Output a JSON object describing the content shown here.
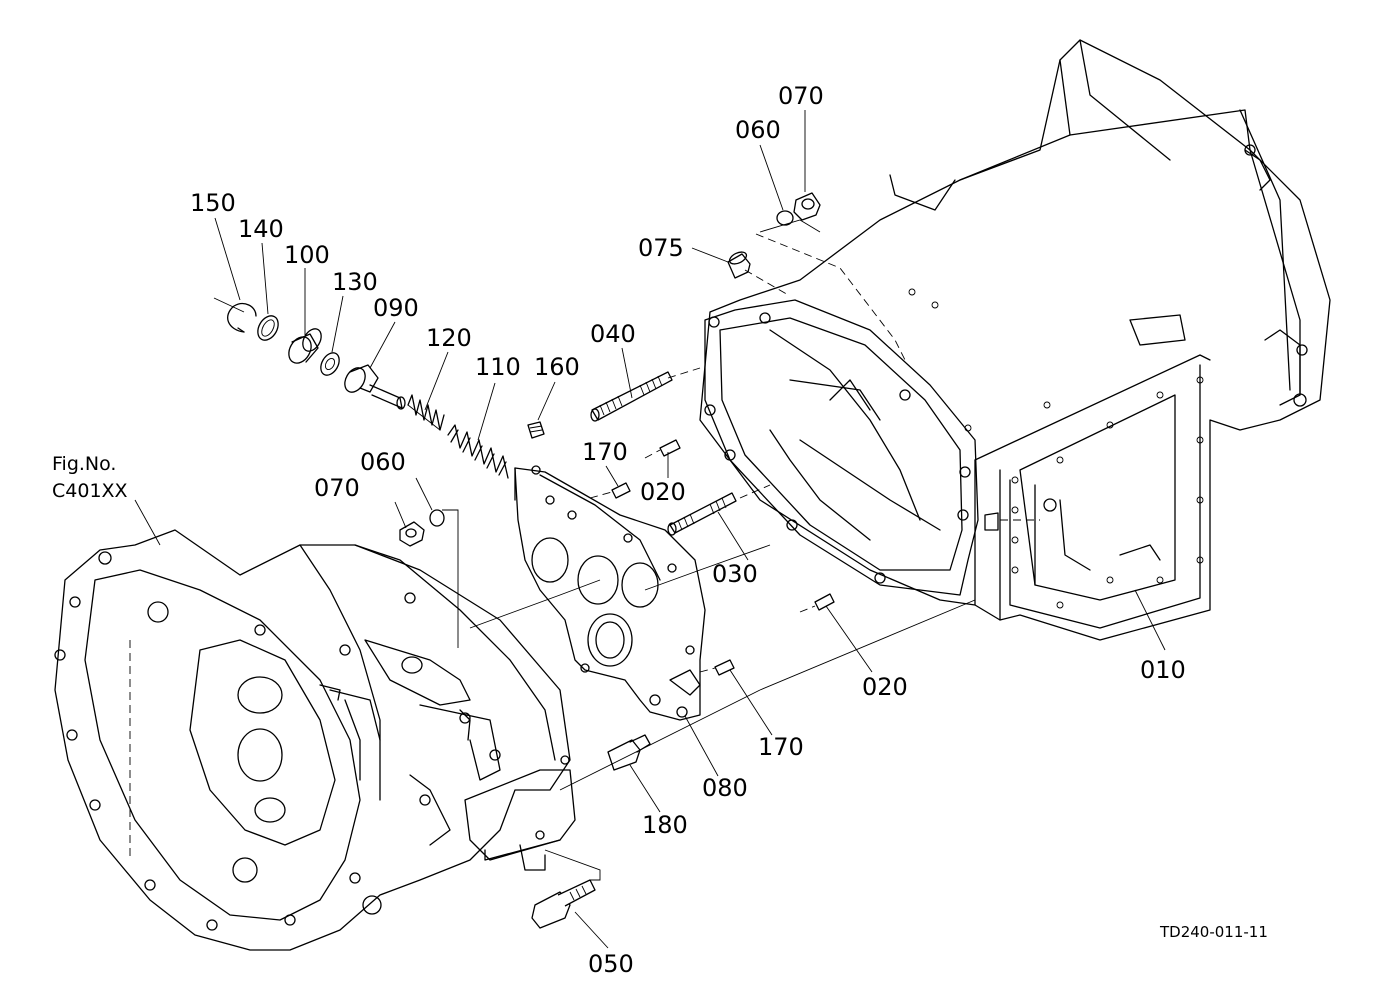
{
  "fig_ref": {
    "line1": "Fig.No.",
    "line2": "C401XX"
  },
  "drawing_id": "TD240-011-11",
  "parts": [
    {
      "no": "010"
    },
    {
      "no": "020"
    },
    {
      "no": "020"
    },
    {
      "no": "030"
    },
    {
      "no": "040"
    },
    {
      "no": "050"
    },
    {
      "no": "060"
    },
    {
      "no": "060"
    },
    {
      "no": "070"
    },
    {
      "no": "070"
    },
    {
      "no": "075"
    },
    {
      "no": "080"
    },
    {
      "no": "090"
    },
    {
      "no": "100"
    },
    {
      "no": "110"
    },
    {
      "no": "120"
    },
    {
      "no": "130"
    },
    {
      "no": "140"
    },
    {
      "no": "150"
    },
    {
      "no": "160"
    },
    {
      "no": "170"
    },
    {
      "no": "170"
    },
    {
      "no": "180"
    }
  ]
}
